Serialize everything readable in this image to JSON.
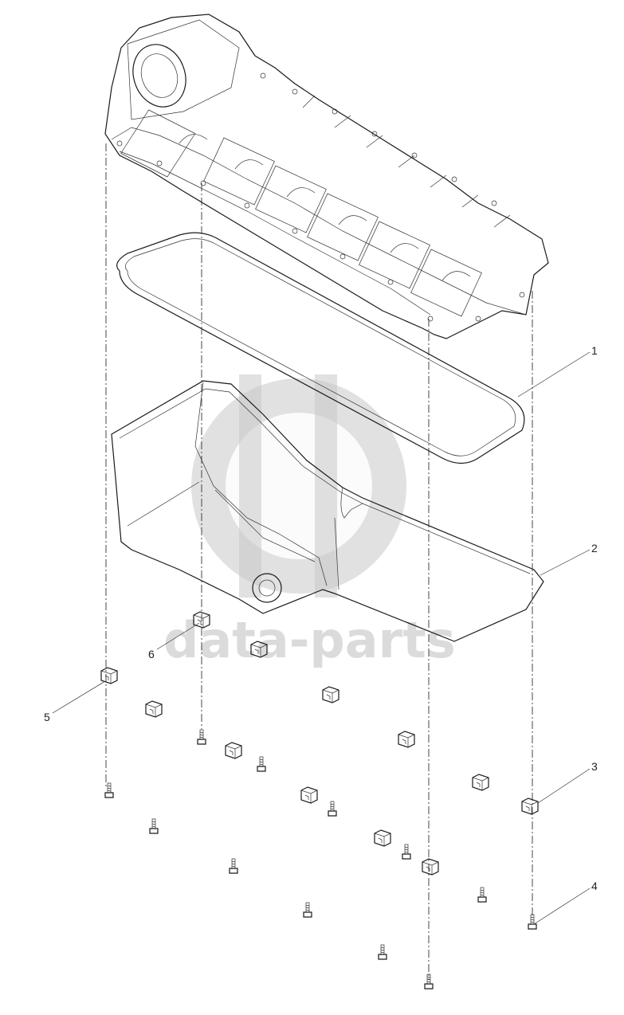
{
  "watermark": {
    "text": "data-parts"
  },
  "callouts": [
    {
      "label": "1"
    },
    {
      "label": "2"
    },
    {
      "label": "3"
    },
    {
      "label": "4"
    },
    {
      "label": "5"
    },
    {
      "label": "6"
    }
  ]
}
